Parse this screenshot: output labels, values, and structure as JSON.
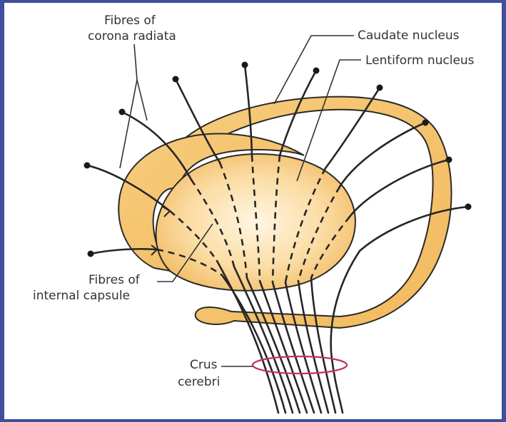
{
  "labels": {
    "corona_line1": "Fibres of",
    "corona_line2": "corona radiata",
    "caudate": "Caudate nucleus",
    "lentiform": "Lentiform nucleus",
    "capsule_line1": "Fibres of",
    "capsule_line2": "internal capsule",
    "crus_line1": "Crus",
    "crus_line2": "cerebri"
  },
  "colors": {
    "border": "#3f4f9a",
    "nucleus_fill": "#f6c46e",
    "nucleus_light": "#fff3dc",
    "fibre": "#262626",
    "crus_ring": "#c0306a"
  }
}
